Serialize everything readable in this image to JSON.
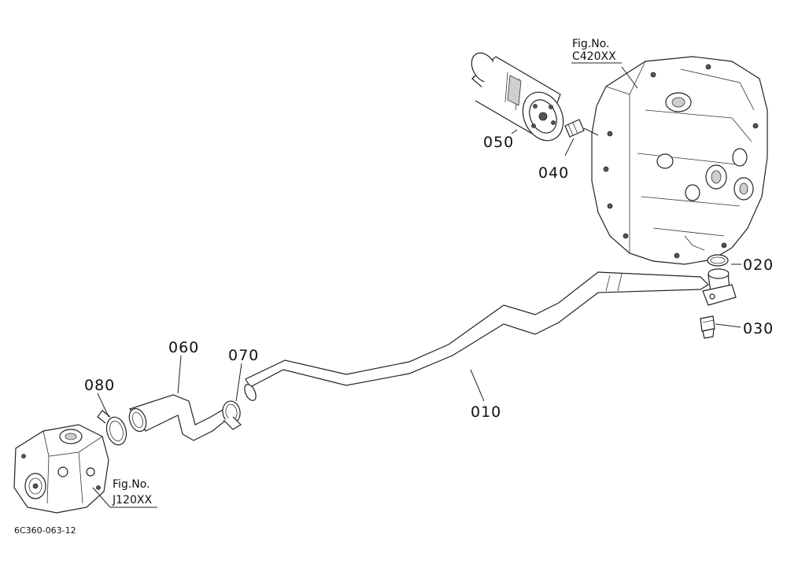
{
  "callouts": {
    "c010": "010",
    "c020": "020",
    "c030": "030",
    "c040": "040",
    "c050": "050",
    "c060": "060",
    "c070": "070",
    "c080": "080"
  },
  "references": {
    "transmission": {
      "line1": "Fig.No.",
      "line2": "C420XX"
    },
    "pump": {
      "line1": "Fig.No.",
      "line2": "J120XX"
    }
  },
  "drawing_code": "6C360-063-12"
}
